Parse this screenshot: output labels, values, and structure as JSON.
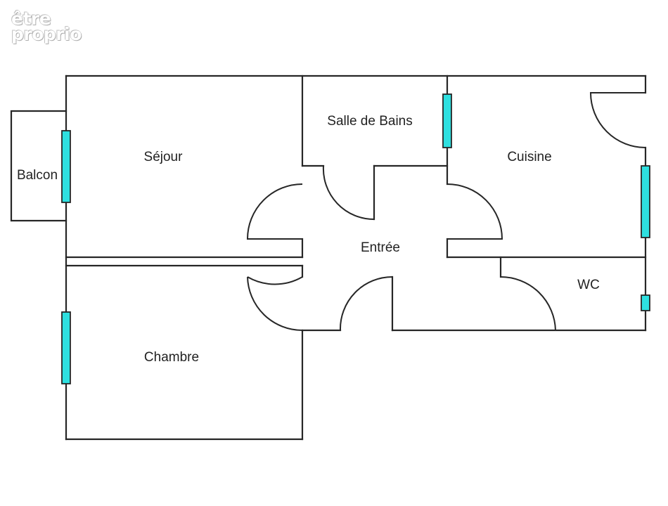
{
  "logo": {
    "line1": "être",
    "line2": "proprio"
  },
  "rooms": {
    "sejour": "Séjour",
    "balcon": "Balcon",
    "salle_de_bains": "Salle de Bains",
    "cuisine": "Cuisine",
    "entree": "Entrée",
    "wc": "WC",
    "chambre": "Chambre"
  },
  "colors": {
    "window": "#2ee0e0",
    "wall": "#262626"
  }
}
